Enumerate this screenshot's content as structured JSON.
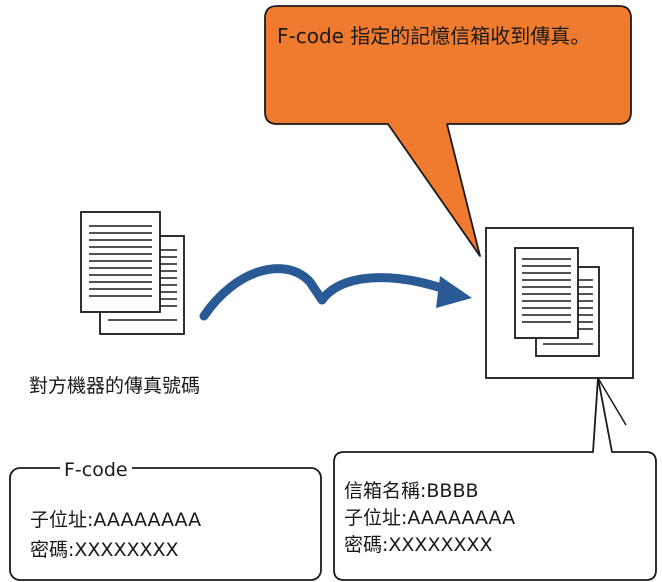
{
  "callout": {
    "text": "F-code 指定的記憶信箱收到傳真。",
    "fill_color": "#F07A2E",
    "stroke_color": "#1a1a1a"
  },
  "sender": {
    "label": "對方機器的傳真號碼",
    "icon": "document-stack-icon"
  },
  "receiver": {
    "icon": "document-stack-icon"
  },
  "arrow": {
    "color": "#2A5A96",
    "icon": "curved-arrow-icon"
  },
  "fcode_box": {
    "legend": "F-code",
    "sub_address": "子位址:AAAAAAAA",
    "password": "密碼:XXXXXXXX"
  },
  "mailbox_box": {
    "name": "信箱名稱:BBBB",
    "sub_address": "子位址:AAAAAAAA",
    "password": "密碼:XXXXXXXX"
  }
}
